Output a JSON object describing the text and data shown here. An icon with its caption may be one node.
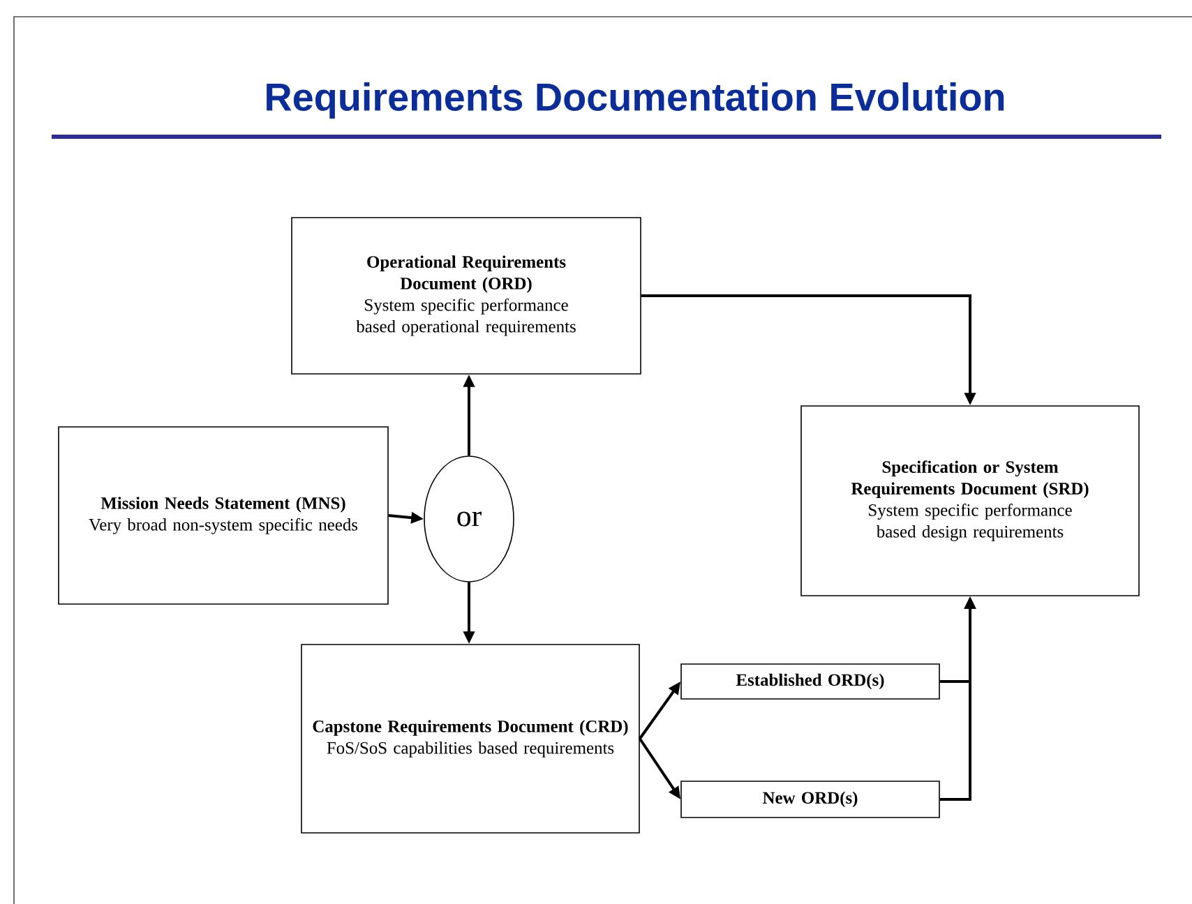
{
  "diagram": {
    "title": "Requirements Documentation Evolution",
    "nodes": [
      {
        "text": [
          "Operational Requirements Document (ORD)",
          "System specific performance based operational requirements"
        ]
      },
      {
        "text": [
          "Mission Needs Statement (MNS)",
          "Very broad non-system specific needs"
        ]
      },
      {
        "text": [
          "or"
        ]
      },
      {
        "text": [
          "Specification or System Requirements Document (SRD)",
          "System specific performance based design requirements"
        ]
      },
      {
        "text": [
          "Capstone Requirements Document (CRD)",
          "FoS/SoS capabilities based requirements"
        ]
      },
      {
        "text": [
          "Established ORD(s)"
        ]
      },
      {
        "text": [
          "New ORD(s)"
        ]
      }
    ],
    "edges": [
      {
        "from": 1,
        "to": 2,
        "arrow": "to"
      },
      {
        "from": 2,
        "to": 0,
        "arrow": "to"
      },
      {
        "from": 2,
        "to": 4,
        "arrow": "to"
      },
      {
        "from": 0,
        "to": 3,
        "arrow": "to"
      },
      {
        "from": 4,
        "to": 5,
        "arrow": "to"
      },
      {
        "from": 4,
        "to": 6,
        "arrow": "to"
      },
      {
        "from": 5,
        "to": 3,
        "arrow": "to"
      },
      {
        "from": 6,
        "to": 3,
        "arrow": "to"
      }
    ]
  }
}
